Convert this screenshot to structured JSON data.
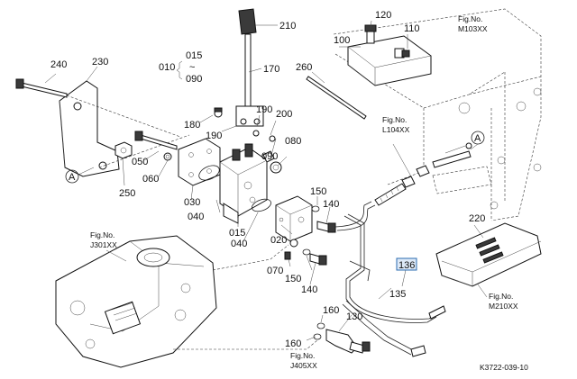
{
  "diagram": {
    "figure_code": "K3722-039-10",
    "highlighted_part": "136",
    "callouts": {
      "p010": "010",
      "p015a": "015",
      "tilde": "~",
      "p090a": "090",
      "p015": "015",
      "p020": "020",
      "p030": "030",
      "p040a": "040",
      "p040b": "040",
      "p050": "050",
      "p060": "060",
      "p070": "070",
      "p080": "080",
      "p090": "090",
      "p100": "100",
      "p110": "110",
      "p120": "120",
      "p130": "130",
      "p135": "135",
      "p136": "136",
      "p140a": "140",
      "p140b": "140",
      "p150a": "150",
      "p150b": "150",
      "p160a": "160",
      "p160b": "160",
      "p170": "170",
      "p180": "180",
      "p190a": "190",
      "p190b": "190",
      "p200": "200",
      "p210": "210",
      "p220": "220",
      "p230": "230",
      "p240": "240",
      "p250": "250",
      "p260": "260"
    },
    "circle_refs": {
      "a_left": "A",
      "a_right": "A"
    },
    "fig_refs": {
      "m103": {
        "label": "Fig.No.",
        "code": "M103XX"
      },
      "l104": {
        "label": "Fig.No.",
        "code": "L104XX"
      },
      "j301": {
        "label": "Fig.No.",
        "code": "J301XX"
      },
      "m210": {
        "label": "Fig.No.",
        "code": "M210XX"
      },
      "j405": {
        "label": "Fig.No.",
        "code": "J405XX"
      }
    }
  }
}
